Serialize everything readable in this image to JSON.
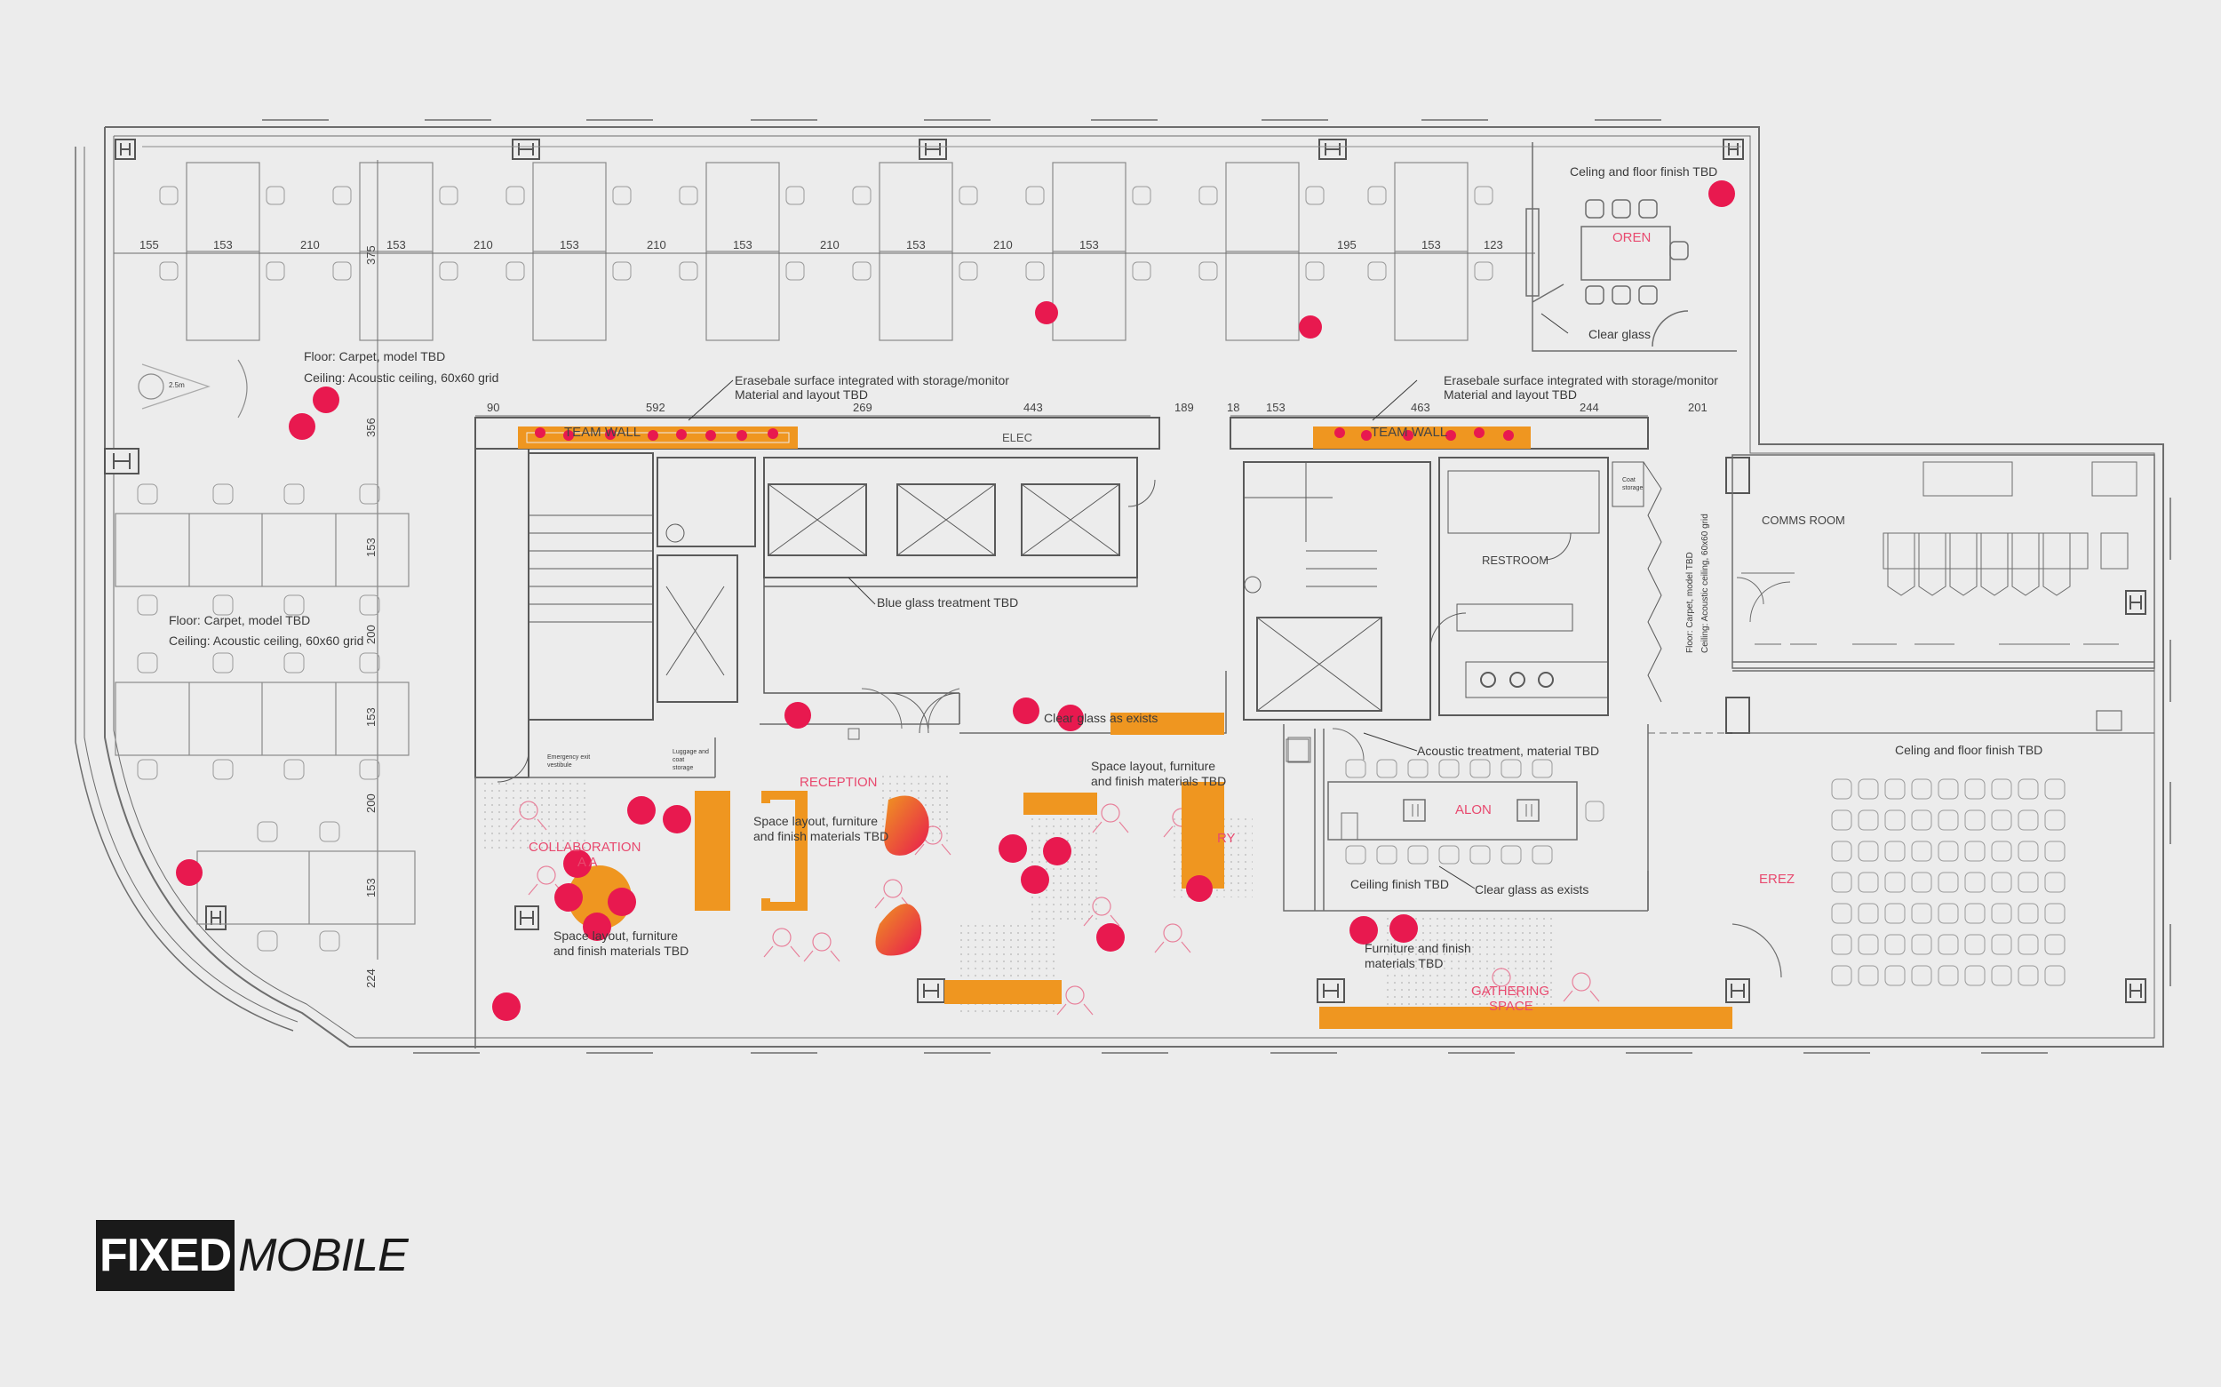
{
  "colors": {
    "background": "#ececec",
    "line": "#6d6d6d",
    "accent_red": "#e8194f",
    "accent_orange": "#ef9620",
    "room_text_red": "#e84a6f",
    "gradient_start": "#ef9620",
    "gradient_end": "#e8194f"
  },
  "dimensions": {
    "top_row": [
      "155",
      "153",
      "210",
      "153",
      "210",
      "153",
      "210",
      "153",
      "210",
      "153",
      "210",
      "153",
      "195",
      "153",
      "123"
    ],
    "middle_left_row": [
      "90",
      "592",
      "269",
      "443",
      "189"
    ],
    "middle_right_row": [
      "18",
      "153",
      "463",
      "244",
      "201"
    ],
    "left_col": [
      "375",
      "356",
      "153",
      "200",
      "153",
      "200",
      "153",
      "224"
    ]
  },
  "rooms": {
    "oren": "OREN",
    "team_wall_left": "TEAM WALL",
    "team_wall_right": "TEAM WALL",
    "elec": "ELEC",
    "restroom": "RESTROOM",
    "comms_room": "COMMS ROOM",
    "reception": "RECEPTION",
    "collaboration": "COLLABORATION",
    "collaboration_2": "A A",
    "ry": "RY",
    "alon": "ALON",
    "erez": "EREZ",
    "gathering": "GATHERING",
    "gathering_2": "SPACE"
  },
  "notes": {
    "ceiling_floor_top": "Celing and floor finish TBD",
    "clear_glass_top": "Clear glass",
    "floor_carpet_1": "Floor: Carpet, model TBD",
    "ceiling_acoustic_1": "Ceiling: Acoustic ceiling, 60x60 grid",
    "erasable_left_1": "Erasebale surface integrated with storage/monitor",
    "erasable_left_2": "Material and layout TBD",
    "erasable_right_1": "Erasebale surface integrated with storage/monitor",
    "erasable_right_2": "Material and layout TBD",
    "floor_carpet_2": "Floor: Carpet, model TBD",
    "ceiling_acoustic_2": "Ceiling: Acoustic ceiling, 60x60 grid",
    "blue_glass": "Blue glass treatment TBD",
    "clear_glass_exists_1": "Clear glass as exists",
    "emergency_exit": "Emergency exit",
    "emergency_exit_2": "vestibule",
    "luggage": "Luggage and",
    "luggage_2": "coat",
    "luggage_3": "storage",
    "space_layout_a1": "Space layout, furniture",
    "space_layout_a2": "and finish materials TBD",
    "space_layout_b1": "Space layout, furniture",
    "space_layout_b2": "and finish materials TBD",
    "space_layout_c1": "Space layout, furniture",
    "space_layout_c2": "and finish materials TBD",
    "acoustic_treatment": "Acoustic treatment, material TBD",
    "ceiling_finish": "Ceiling finish TBD",
    "clear_glass_exists_2": "Clear glass as exists",
    "furniture_finish_1": "Furniture and finish",
    "furniture_finish_2": "materials TBD",
    "ceiling_floor_right": "Celing and floor finish TBD",
    "floor_carpet_vert": "Floor: Carpet, model TBD",
    "ceiling_acoustic_vert": "Ceiling: Acoustic ceiling, 60x60 grid",
    "coat_storage": "Coat",
    "coat_storage_2": "storage",
    "scale_mark": "2.5m"
  },
  "logo": {
    "fixed": "FIXED",
    "mobile": "MOBILE"
  }
}
